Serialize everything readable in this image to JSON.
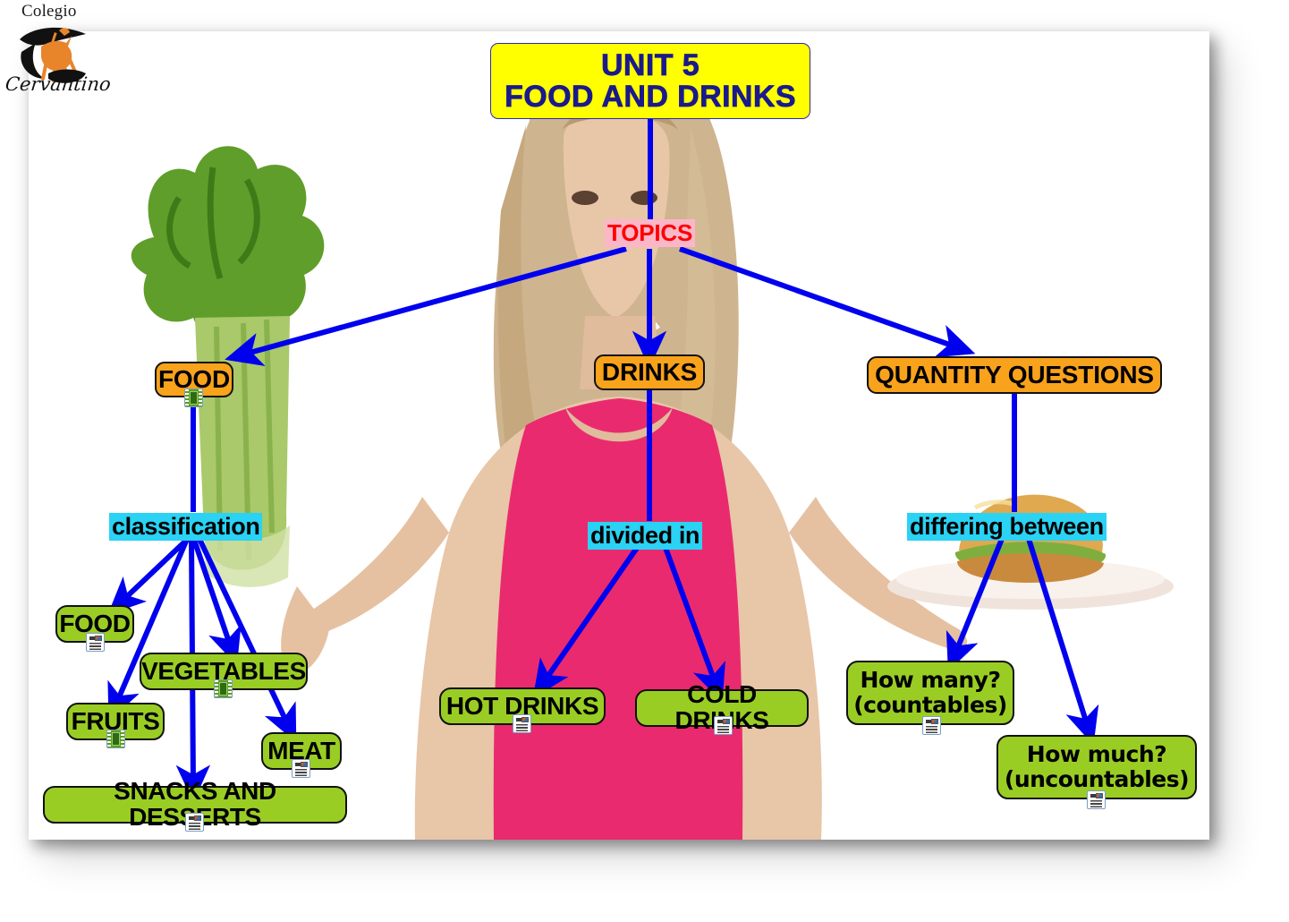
{
  "logo": {
    "line1": "Colegio",
    "line2": "Cervantino",
    "mark_name": "horse-rider-logo",
    "colors": {
      "mark_orange": "#E8852A",
      "mark_black": "#111111"
    }
  },
  "palette": {
    "title_fill": "#FFFF00",
    "title_text": "#1A1A8C",
    "topic_fill": "#F9A21B",
    "leaf_fill": "#9ACD24",
    "highlight_cyan": "#2AD2F4",
    "highlight_pink": "#FBB7C8",
    "topics_text": "#FF0000",
    "connector": "#0000EE",
    "node_border": "#111111"
  },
  "diagram": {
    "title": "UNIT 5\nFOOD AND DRINKS",
    "center_label": "TOPICS",
    "topics": [
      {
        "label": "FOOD",
        "icon": "film-strip-icon"
      },
      {
        "label": "DRINKS",
        "icon": "none"
      },
      {
        "label": "QUANTITY QUESTIONS",
        "icon": "none"
      }
    ],
    "relations": [
      {
        "label": "classification",
        "parent": "FOOD"
      },
      {
        "label": "divided in",
        "parent": "DRINKS"
      },
      {
        "label": "differing between",
        "parent": "QUANTITY QUESTIONS"
      }
    ],
    "leaves": [
      {
        "label": "FOOD",
        "icon": "document-icon",
        "group": "classification"
      },
      {
        "label": "VEGETABLES",
        "icon": "film-strip-icon",
        "group": "classification"
      },
      {
        "label": "FRUITS",
        "icon": "film-strip-icon",
        "group": "classification"
      },
      {
        "label": "MEAT",
        "icon": "document-icon",
        "group": "classification"
      },
      {
        "label": "SNACKS AND DESSERTS",
        "icon": "document-icon",
        "group": "classification"
      },
      {
        "label": "HOT DRINKS",
        "icon": "document-icon",
        "group": "divided in"
      },
      {
        "label": "COLD DRINKS",
        "icon": "document-icon",
        "group": "divided in"
      },
      {
        "label": "How many?\n(countables)",
        "icon": "document-icon",
        "group": "differing between"
      },
      {
        "label": "How much?\n(uncountables)",
        "icon": "document-icon",
        "group": "differing between"
      }
    ]
  }
}
